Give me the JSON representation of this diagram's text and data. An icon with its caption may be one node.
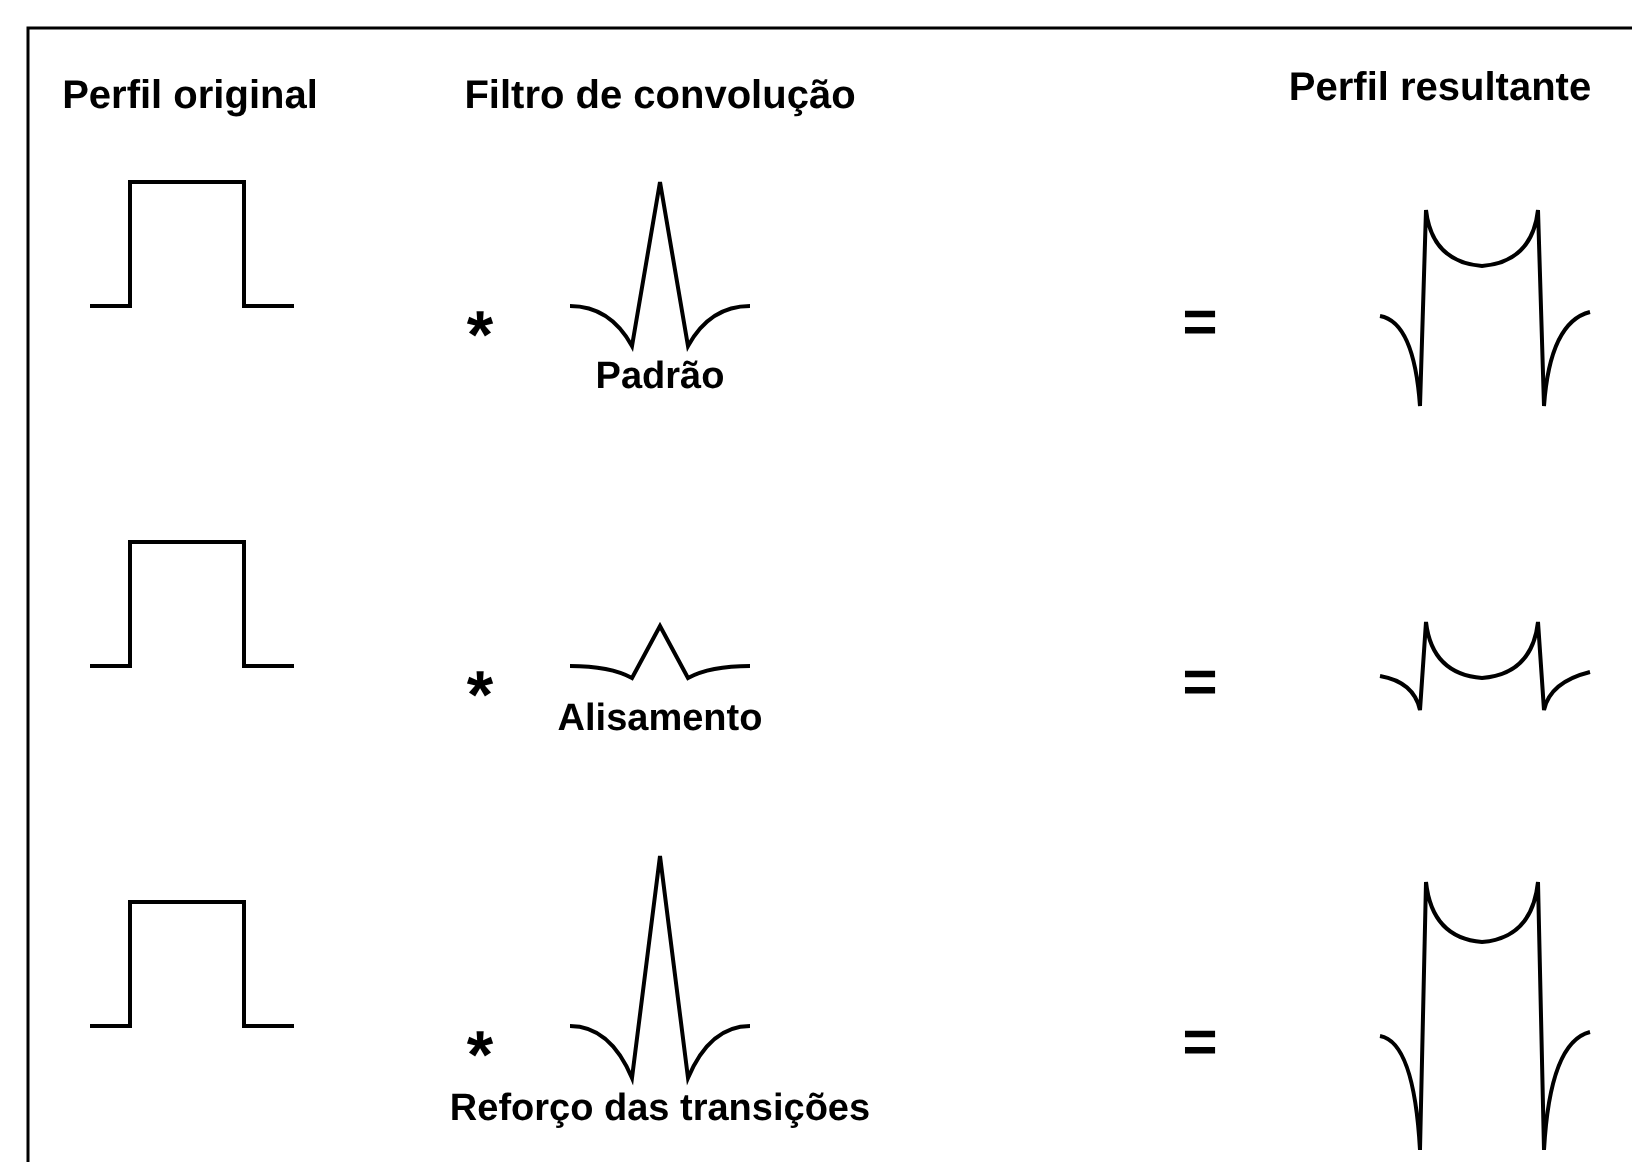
{
  "diagram": {
    "labels": [
      "Perfil original",
      "Filtro de convolução",
      "Perfil resultante",
      "*",
      "=",
      "Padrão",
      "*",
      "=",
      "Alisamento",
      "*",
      "=",
      "Reforço das transições"
    ]
  }
}
